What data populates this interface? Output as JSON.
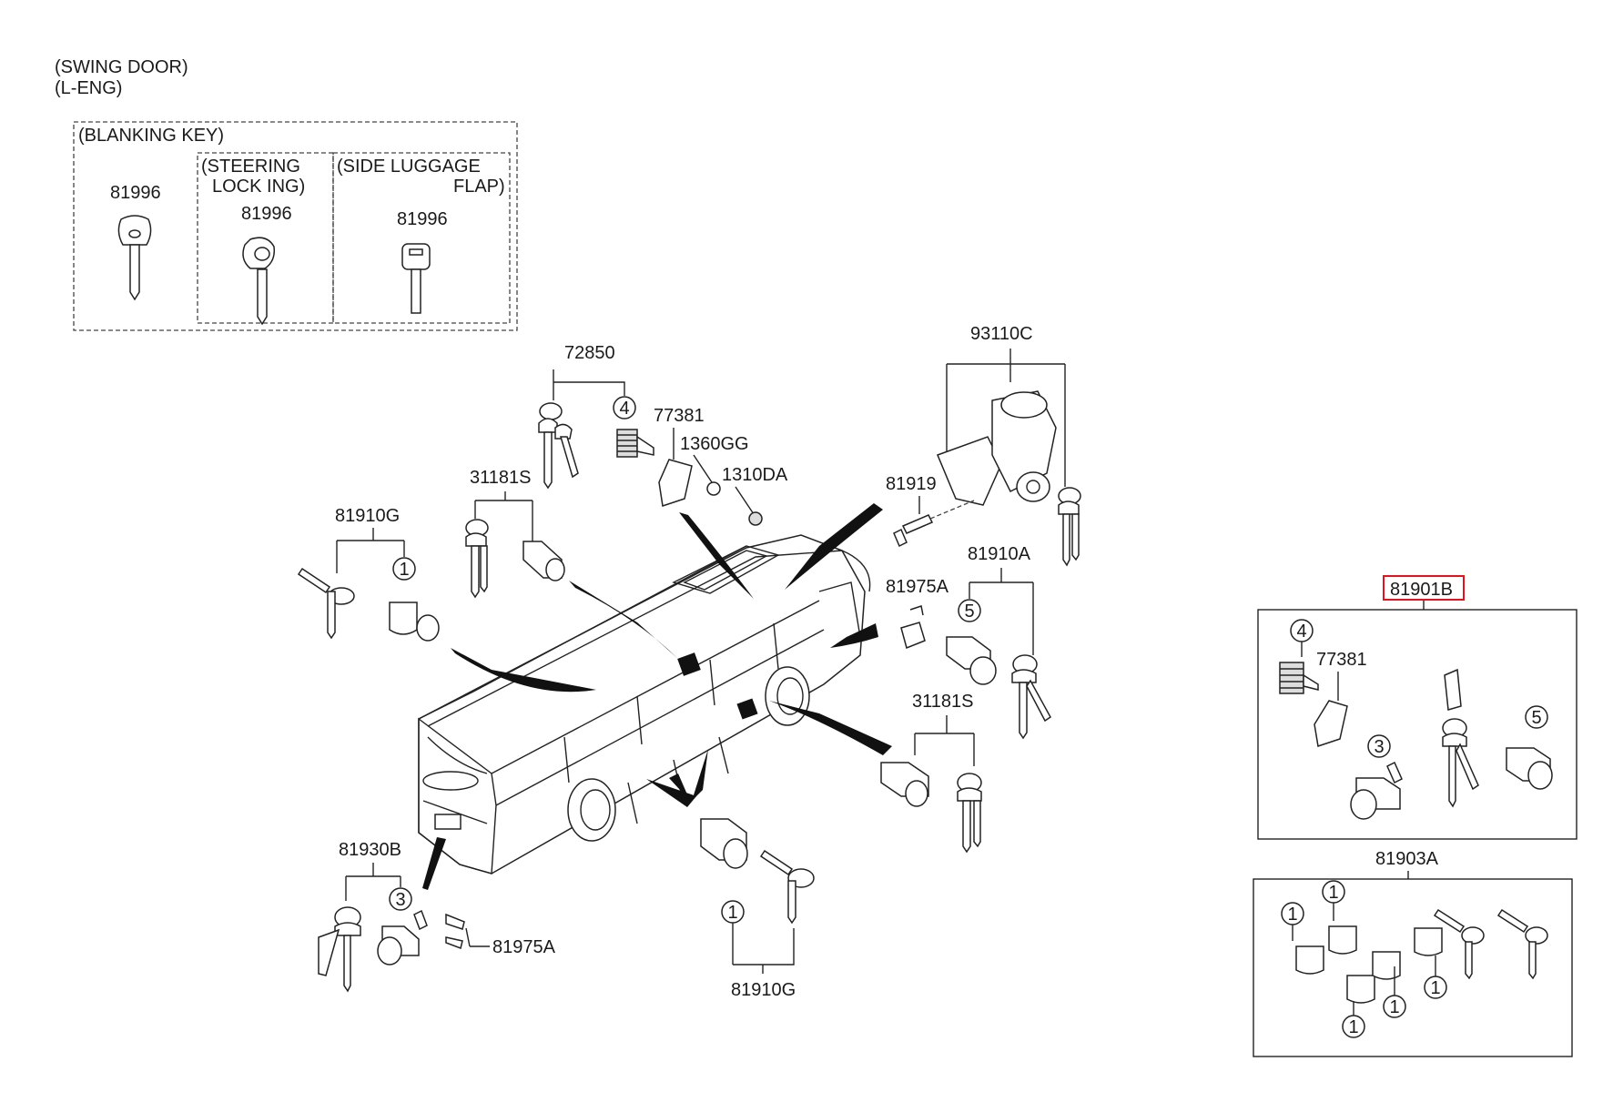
{
  "header": {
    "line1": "(SWING DOOR)",
    "line2": "(L-ENG)"
  },
  "blanking_box": {
    "title": "(BLANKING KEY)",
    "key1_part": "81996",
    "steering_title_1": "(STEERING",
    "steering_title_2": "LOCK  ING)",
    "key2_part": "81996",
    "luggage_title_1": "(SIDE LUGGAGE",
    "luggage_title_2": "FLAP)",
    "key3_part": "81996"
  },
  "callouts": {
    "p72850": "72850",
    "p77381": "77381",
    "p1360GG": "1360GG",
    "p1310DA": "1310DA",
    "p31181S_top": "31181S",
    "p93110C": "93110C",
    "p81919": "81919",
    "p81910G_top": "81910G",
    "p81910A": "81910A",
    "p81975A_top": "81975A",
    "p31181S_right": "31181S",
    "p81930B": "81930B",
    "p81975A_bottom": "81975A",
    "p81910G_bottom": "81910G"
  },
  "kits": {
    "k81901B": {
      "label": "81901B",
      "inner_label": "77381",
      "highlight_color": "#e0141e"
    },
    "k81903A": {
      "label": "81903A"
    }
  },
  "circle_numbers": {
    "one": "1",
    "three": "3",
    "four": "4",
    "five": "5"
  }
}
